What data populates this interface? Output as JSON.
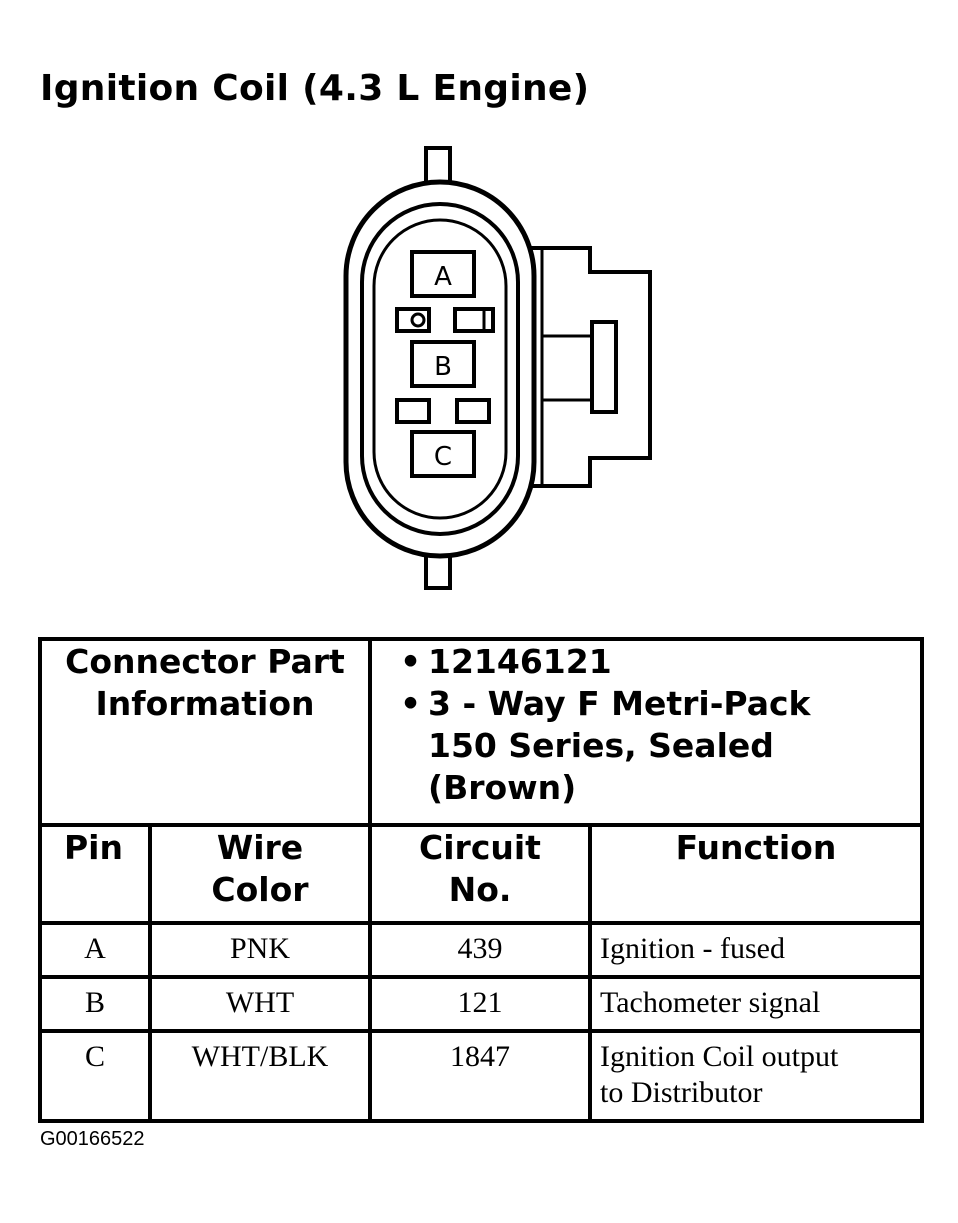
{
  "title": "Ignition Coil (4.3 L Engine)",
  "pins": [
    "A",
    "B",
    "C"
  ],
  "connector_info": {
    "label_line1": "Connector Part",
    "label_line2": "Information",
    "part_number": "12146121",
    "desc_line1": "3 - Way F Metri-Pack",
    "desc_line2": "150 Series, Sealed",
    "desc_line3": "(Brown)"
  },
  "columns": {
    "pin": "Pin",
    "wire_line1": "Wire",
    "wire_line2": "Color",
    "circuit_line1": "Circuit",
    "circuit_line2": "No.",
    "function": "Function"
  },
  "rows": [
    {
      "pin": "A",
      "wire": "PNK",
      "circuit": "439",
      "function_line1": "Ignition - fused",
      "function_line2": ""
    },
    {
      "pin": "B",
      "wire": "WHT",
      "circuit": "121",
      "function_line1": "Tachometer signal",
      "function_line2": ""
    },
    {
      "pin": "C",
      "wire": "WHT/BLK",
      "circuit": "1847",
      "function_line1": "Ignition Coil output",
      "function_line2": "to Distributor"
    }
  ],
  "figure_id": "G00166522"
}
